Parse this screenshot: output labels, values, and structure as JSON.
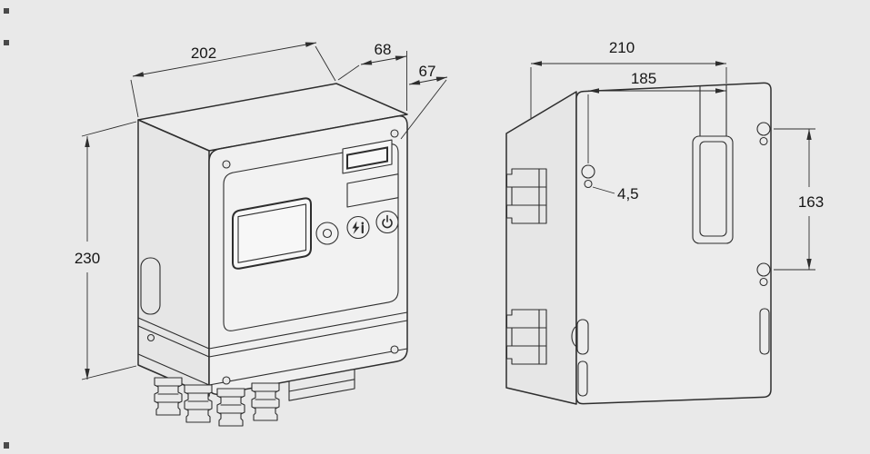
{
  "drawing": {
    "background_color": "#e9e9e9",
    "line_color": "#2e2e2e",
    "text_color": "#161616",
    "front_view": {
      "width": "202",
      "depth_rear_section": "68",
      "depth_front_section": "67",
      "height": "230",
      "icons": {
        "button1": "reset-dot-icon",
        "button2": "flash-info-icon",
        "button3": "power-icon"
      }
    },
    "rear_view": {
      "width_overall": "210",
      "hole_spacing_horizontal": "185",
      "hole_diameter": "4,5",
      "hole_spacing_vertical": "163"
    }
  }
}
